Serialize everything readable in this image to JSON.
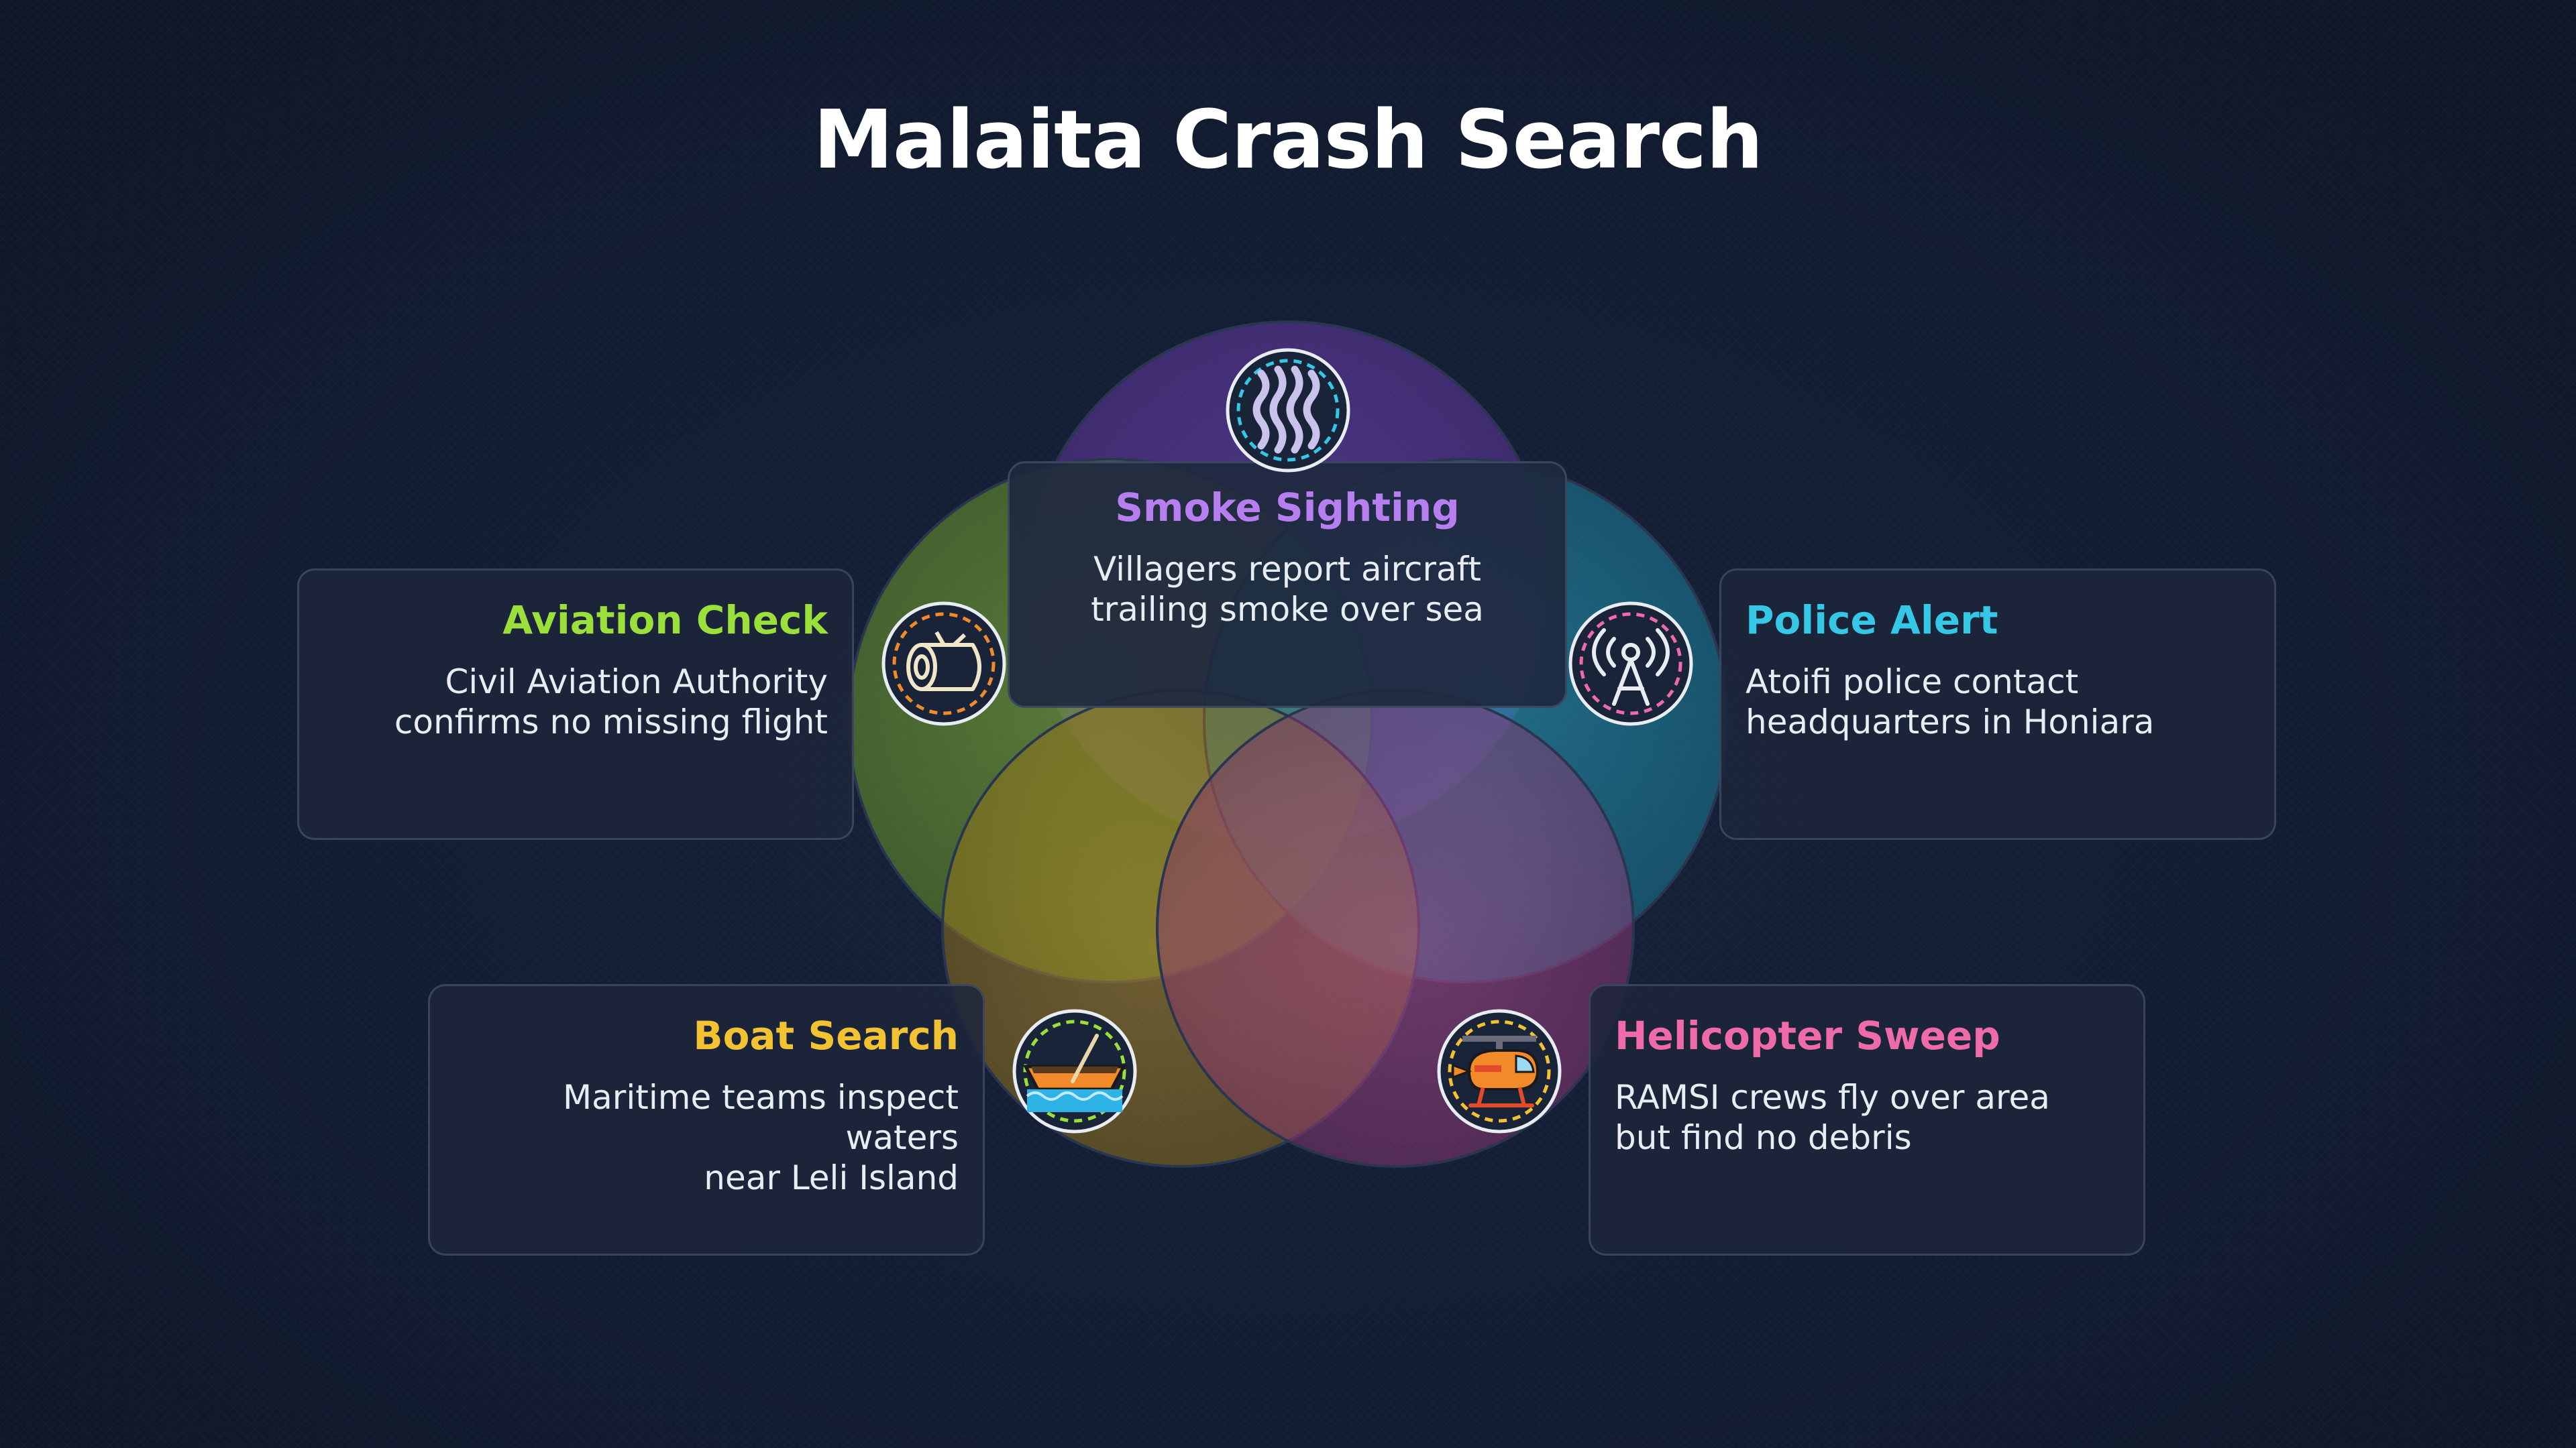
{
  "title": "Malaita Crash Search",
  "colors": {
    "smoke": "#b77ef0",
    "aviation": "#9adf3a",
    "police": "#35c7e6",
    "boat": "#f2c232",
    "helicopter": "#ee6aa8",
    "background": "#121c31"
  },
  "sections": {
    "smoke": {
      "title": "Smoke Sighting",
      "line1": "Villagers report aircraft",
      "line2": "trailing smoke over sea",
      "icon": "smoke-icon"
    },
    "aviation": {
      "title": "Aviation Check",
      "line1": "Civil Aviation Authority",
      "line2": "confirms no missing flight",
      "icon": "log-icon"
    },
    "police": {
      "title": "Police Alert",
      "line1": "Atoifi police contact",
      "line2": "headquarters in Honiara",
      "icon": "radio-tower-icon"
    },
    "boat": {
      "title": "Boat Search",
      "line1": "Maritime teams inspect waters",
      "line2": "near Leli Island",
      "icon": "boat-icon"
    },
    "helicopter": {
      "title": "Helicopter Sweep",
      "line1": "RAMSI crews fly over area",
      "line2": "but find no debris",
      "icon": "helicopter-icon"
    }
  }
}
